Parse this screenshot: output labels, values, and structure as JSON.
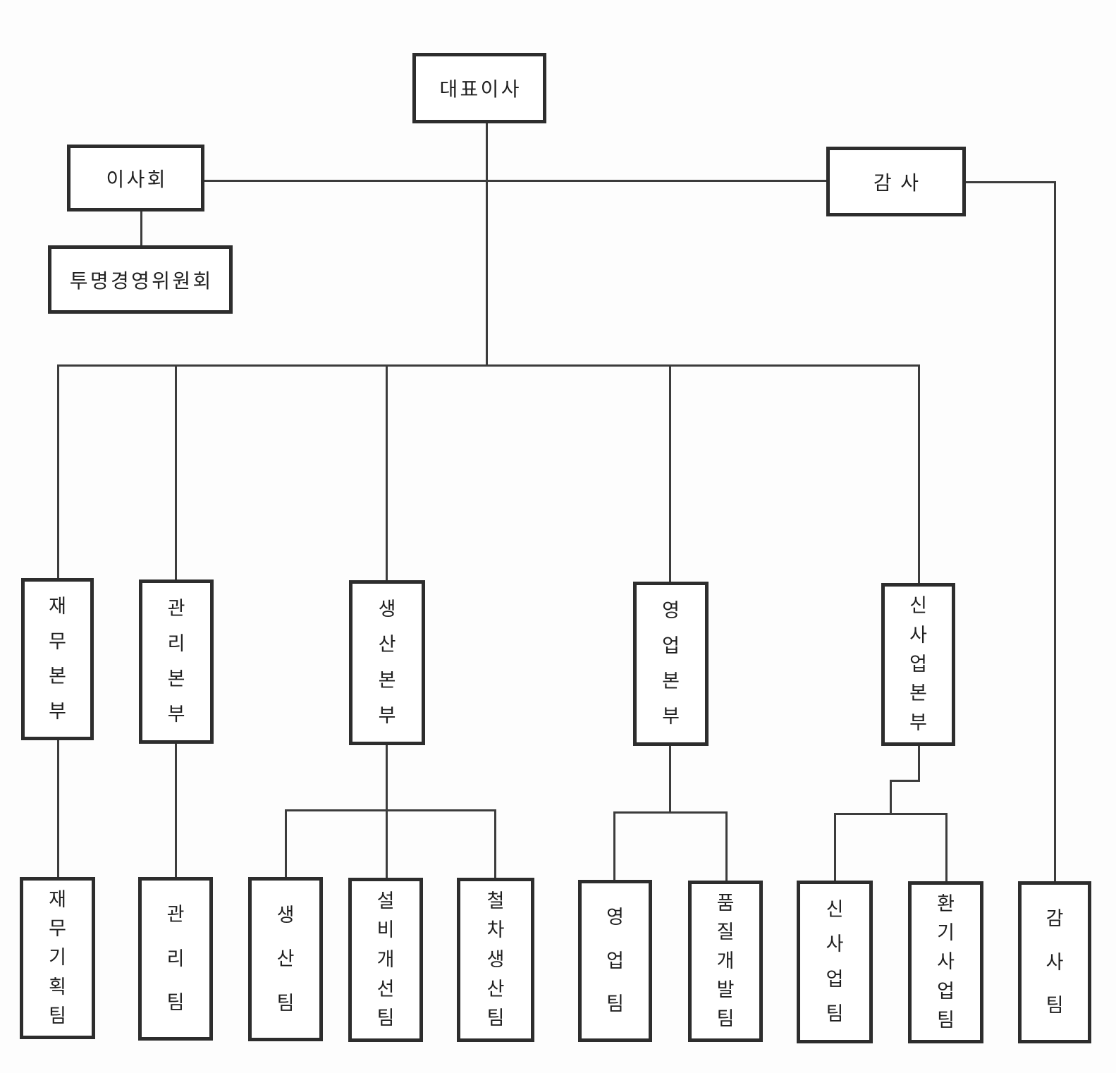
{
  "org_chart": {
    "nodes": {
      "ceo": "대표이사",
      "board": "이사회",
      "transparency_committee": "투명경영위원회",
      "auditor": "감사",
      "finance_div": "재무본부",
      "management_div": "관리본부",
      "production_div": "생산본부",
      "sales_div": "영업본부",
      "new_business_div": "신사업본부",
      "finance_planning_team": "재무기획팀",
      "management_team": "관리팀",
      "production_team": "생산팀",
      "facility_improvement_team": "설비개선팀",
      "rolling_stock_production_team": "철차생산팀",
      "sales_team": "영업팀",
      "quality_development_team": "품질개발팀",
      "new_business_team": "신사업팀",
      "ventilation_business_team": "환기사업팀",
      "audit_team": "감사팀"
    },
    "hierarchy": [
      {
        "parent": "대표이사",
        "children": [
          "이사회",
          "감사",
          "재무본부",
          "관리본부",
          "생산본부",
          "영업본부",
          "신사업본부"
        ]
      },
      {
        "parent": "이사회",
        "children": [
          "투명경영위원회"
        ]
      },
      {
        "parent": "재무본부",
        "children": [
          "재무기획팀"
        ]
      },
      {
        "parent": "관리본부",
        "children": [
          "관리팀"
        ]
      },
      {
        "parent": "생산본부",
        "children": [
          "생산팀",
          "설비개선팀",
          "철차생산팀"
        ]
      },
      {
        "parent": "영업본부",
        "children": [
          "영업팀",
          "품질개발팀"
        ]
      },
      {
        "parent": "신사업본부",
        "children": [
          "신사업팀",
          "환기사업팀"
        ]
      },
      {
        "parent": "감사",
        "children": [
          "감사팀"
        ]
      }
    ],
    "colors": {
      "line": "#3c3c3c",
      "box_border": "#2d2d2d",
      "background": "#ffffff"
    }
  }
}
